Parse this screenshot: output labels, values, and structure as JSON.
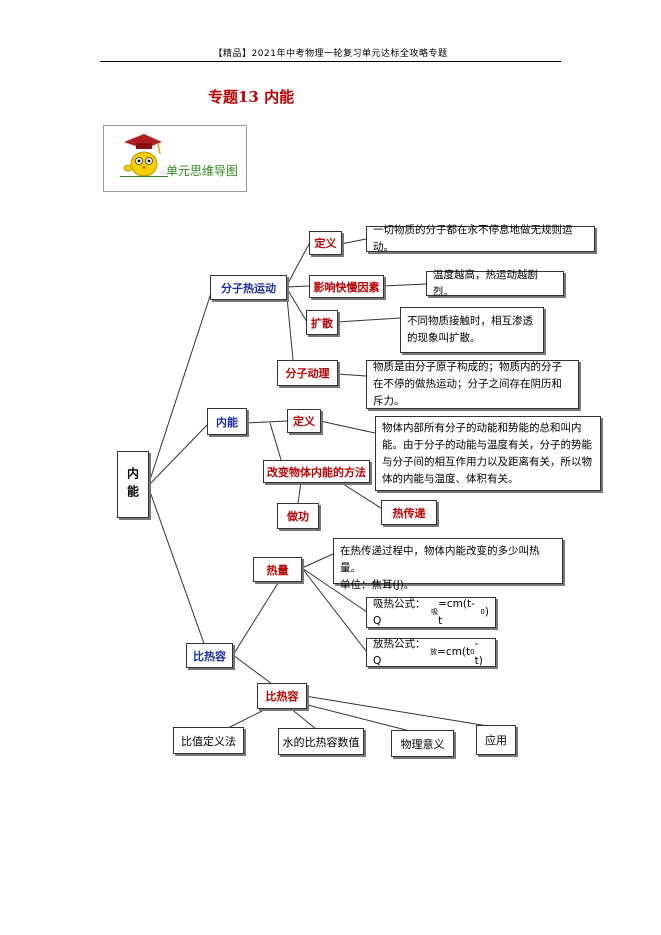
{
  "header": {
    "text": "【精品】2021年中考物理一轮复习单元达标全攻略专题"
  },
  "title": "专题13  内能",
  "badge": {
    "label": "单元思维导图",
    "icon": "cartoon-owl-graduation-cap-icon"
  },
  "colors": {
    "red": "#c00000",
    "blue": "#1b2fa6",
    "green": "#2e8b1e"
  },
  "mindmap": {
    "root": "内能",
    "branch1": {
      "label": "分子热运动",
      "def_label": "定义",
      "def_text": "一切物质的分子都在永不停息地做无规则运动。",
      "factor_label": "影响快慢因素",
      "factor_text": "温度越高，热运动越剧烈。",
      "diffuse_label": "扩散",
      "diffuse_text": "不同物质接触时，相互渗透的现象叫扩散。",
      "theory_label": "分子动理",
      "theory_text": "物质是由分子原子构成的；物质内的分子在不停的做热运动；分子之间存在阴历和斥力。"
    },
    "branch2": {
      "label": "内能",
      "def_label": "定义",
      "def_text": "物体内部所有分子的动能和势能的总和叫内能。由于分子的动能与温度有关，分子的势能与分子间的相互作用力以及距离有关，所以物体的内能与温度、体积有关。",
      "method_label": "改变物体内能的方法",
      "work_label": "做功",
      "transfer_label": "热传递"
    },
    "branch3": {
      "label": "比热容",
      "heat_label": "热量",
      "heat_text1": "在热传递过程中，物体内能改变的多少叫热量。",
      "heat_text2": "单位：焦耳(J)。",
      "absorb_prefix": "吸热公式：Q",
      "absorb_sub": "吸",
      "absorb_mid": "=cm(t- t",
      "absorb_sub2": "0",
      "absorb_end": ")",
      "release_prefix": "放热公式：Q",
      "release_sub": "放",
      "release_mid": "=cm(t",
      "release_sub2": "0",
      "release_end": "- t)",
      "shc_label": "比热容",
      "leaf1": "比值定义法",
      "leaf2": "水的比热容数值",
      "leaf3": "物理意义",
      "leaf4": "应用"
    }
  }
}
